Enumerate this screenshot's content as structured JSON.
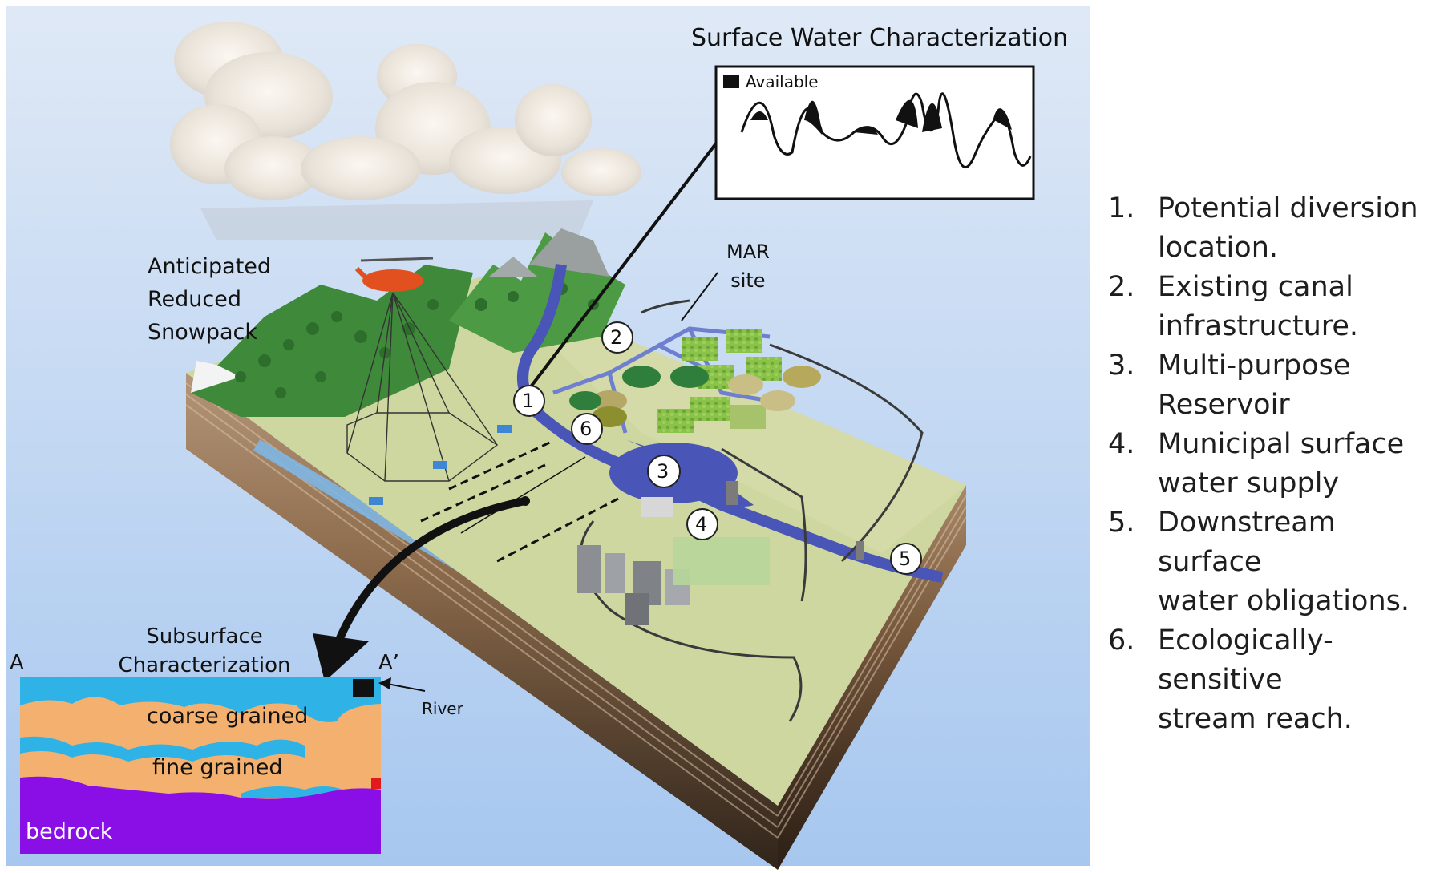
{
  "callouts": {
    "surface_title": "Surface Water Characterization",
    "available": "Available",
    "snowpack_line1": "Anticipated",
    "snowpack_line2": "Reduced",
    "snowpack_line3": "Snowpack",
    "mar_line1": "MAR",
    "mar_line2": "site",
    "subsurface_line1": "Subsurface",
    "subsurface_line2": "Characterization",
    "section_a": "A",
    "section_a_prime": "A’",
    "river": "River",
    "coarse": "coarse grained",
    "fine": "fine grained",
    "bedrock": "bedrock"
  },
  "markers": [
    "1",
    "2",
    "3",
    "4",
    "5",
    "6"
  ],
  "legend": [
    {
      "num": "1.",
      "line1": "Potential diversion",
      "line2": "location."
    },
    {
      "num": "2.",
      "line1": "Existing canal",
      "line2": "infrastructure."
    },
    {
      "num": "3.",
      "line1": "Multi-purpose",
      "line2": "Reservoir"
    },
    {
      "num": "4.",
      "line1": "Municipal surface",
      "line2": "water supply"
    },
    {
      "num": "5.",
      "line1": "Downstream surface",
      "line2": "water obligations."
    },
    {
      "num": "6.",
      "line1": "Ecologically-sensitive",
      "line2": "stream reach."
    }
  ],
  "colors": {
    "sky_top": "#dbe7f5",
    "sky_bottom": "#a9c9ee",
    "terrain": "#c9d49a",
    "forest": "#3f8a3a",
    "water": "#4a55b8",
    "coarse": "#f4b06f",
    "fine": "#2fb3e6",
    "bedrock": "#8a0fe6"
  }
}
